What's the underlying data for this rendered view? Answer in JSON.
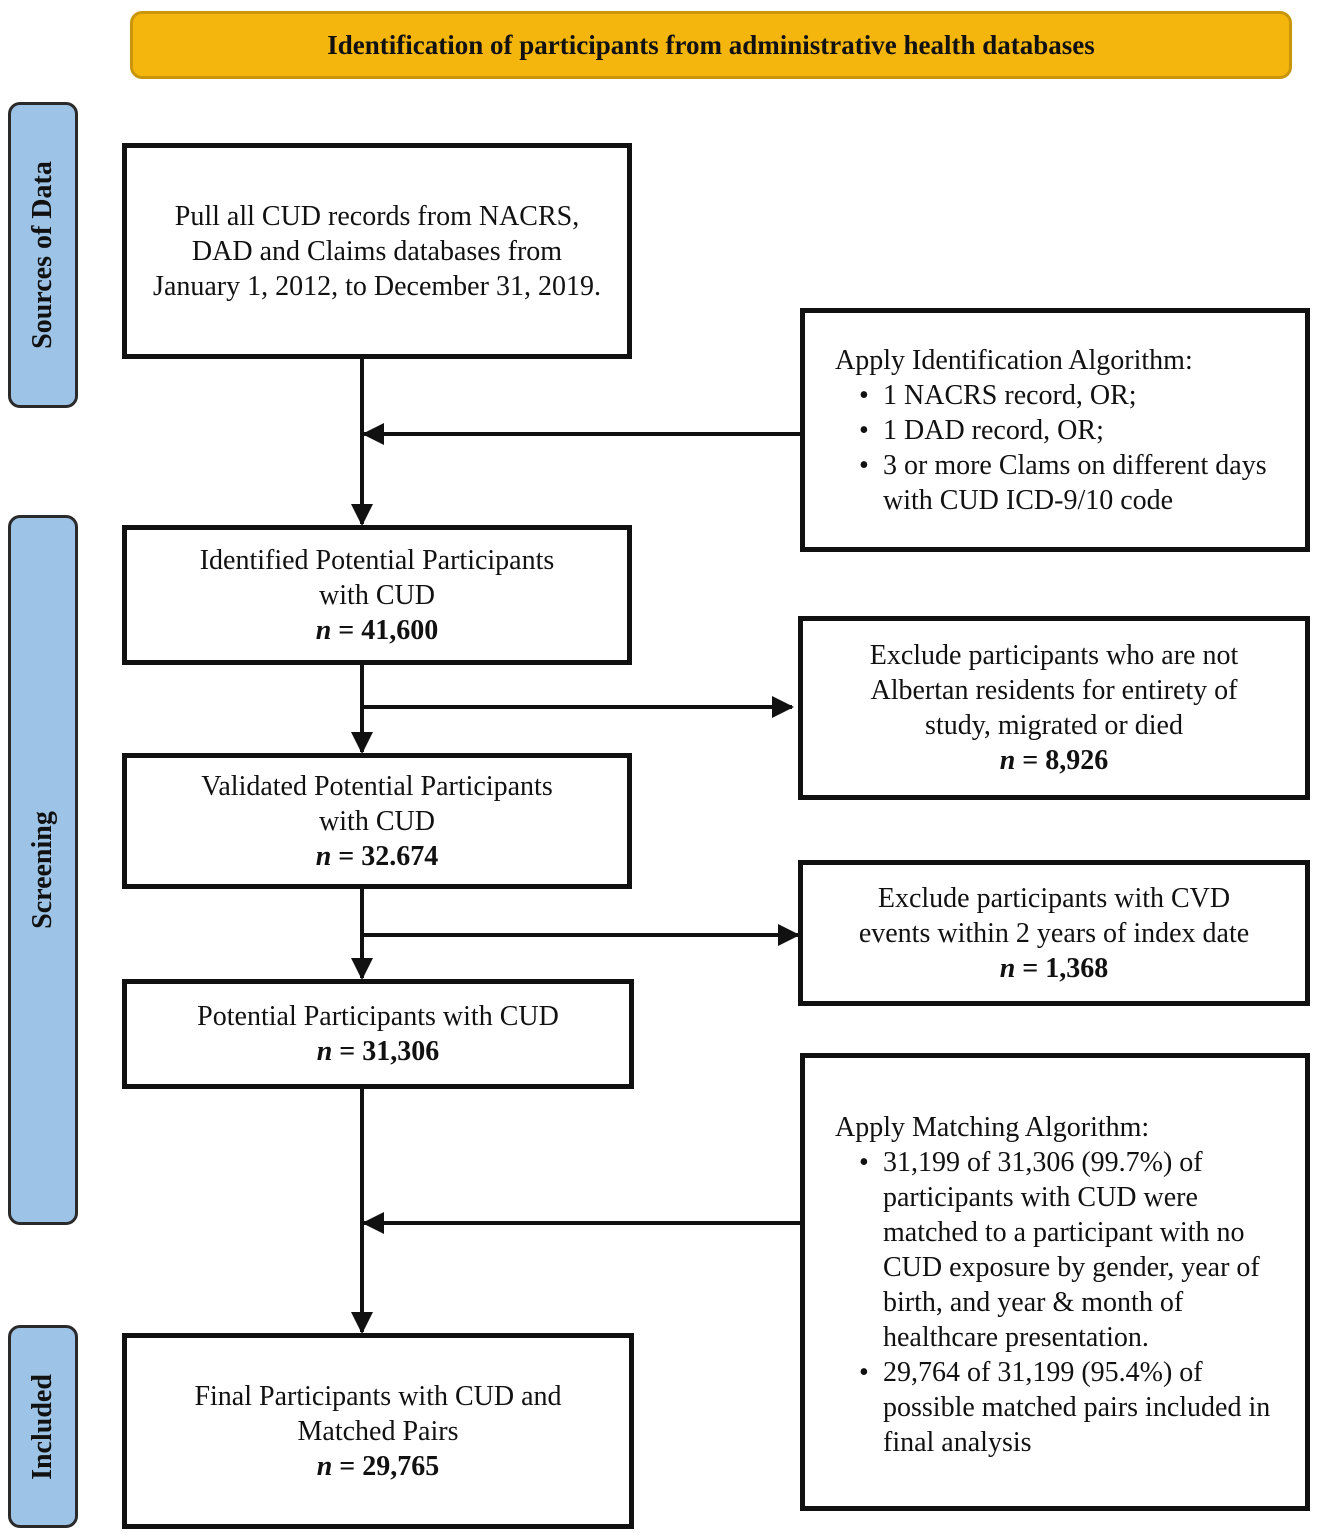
{
  "title": "Identification of participants from administrative health databases",
  "stages": {
    "sources": "Sources of Data",
    "screening": "Screening",
    "included": "Included"
  },
  "boxes": {
    "pull": "Pull all CUD records from NACRS, DAD and Claims databases from January 1, 2012, to December 31, 2019.",
    "identified": {
      "line1": "Identified Potential Participants",
      "line2": "with CUD",
      "n_label": "n",
      "n_value": "= 41,600"
    },
    "validated": {
      "line1": "Validated Potential Participants",
      "line2": "with CUD",
      "n_label": "n",
      "n_value": "= 32.674"
    },
    "potential": {
      "line1": "Potential Participants with CUD",
      "n_label": "n",
      "n_value": "= 31,306"
    },
    "final": {
      "line1": "Final Participants with CUD and",
      "line2": "Matched Pairs",
      "n_label": "n",
      "n_value": "= 29,765"
    },
    "identification_algorithm": {
      "heading": "Apply Identification Algorithm:",
      "items": [
        "1 NACRS record, OR;",
        "1 DAD record, OR;",
        "3 or more Clams on different days with CUD ICD-9/10 code"
      ]
    },
    "exclude_residents": {
      "line1": "Exclude participants who are not",
      "line2": "Albertan residents for entirety of",
      "line3": "study, migrated or died",
      "n_label": "n",
      "n_value": "= 8,926"
    },
    "exclude_cvd": {
      "line1": "Exclude participants with CVD",
      "line2": "events within 2 years of index date",
      "n_label": "n",
      "n_value": "= 1,368"
    },
    "matching_algorithm": {
      "heading": "Apply Matching Algorithm:",
      "items": [
        "31,199 of 31,306 (99.7%) of participants with CUD were matched to a participant with no CUD exposure by gender, year of birth, and year & month of healthcare presentation.",
        "29,764 of 31,199 (95.4%) of possible matched pairs included in final analysis"
      ]
    }
  }
}
